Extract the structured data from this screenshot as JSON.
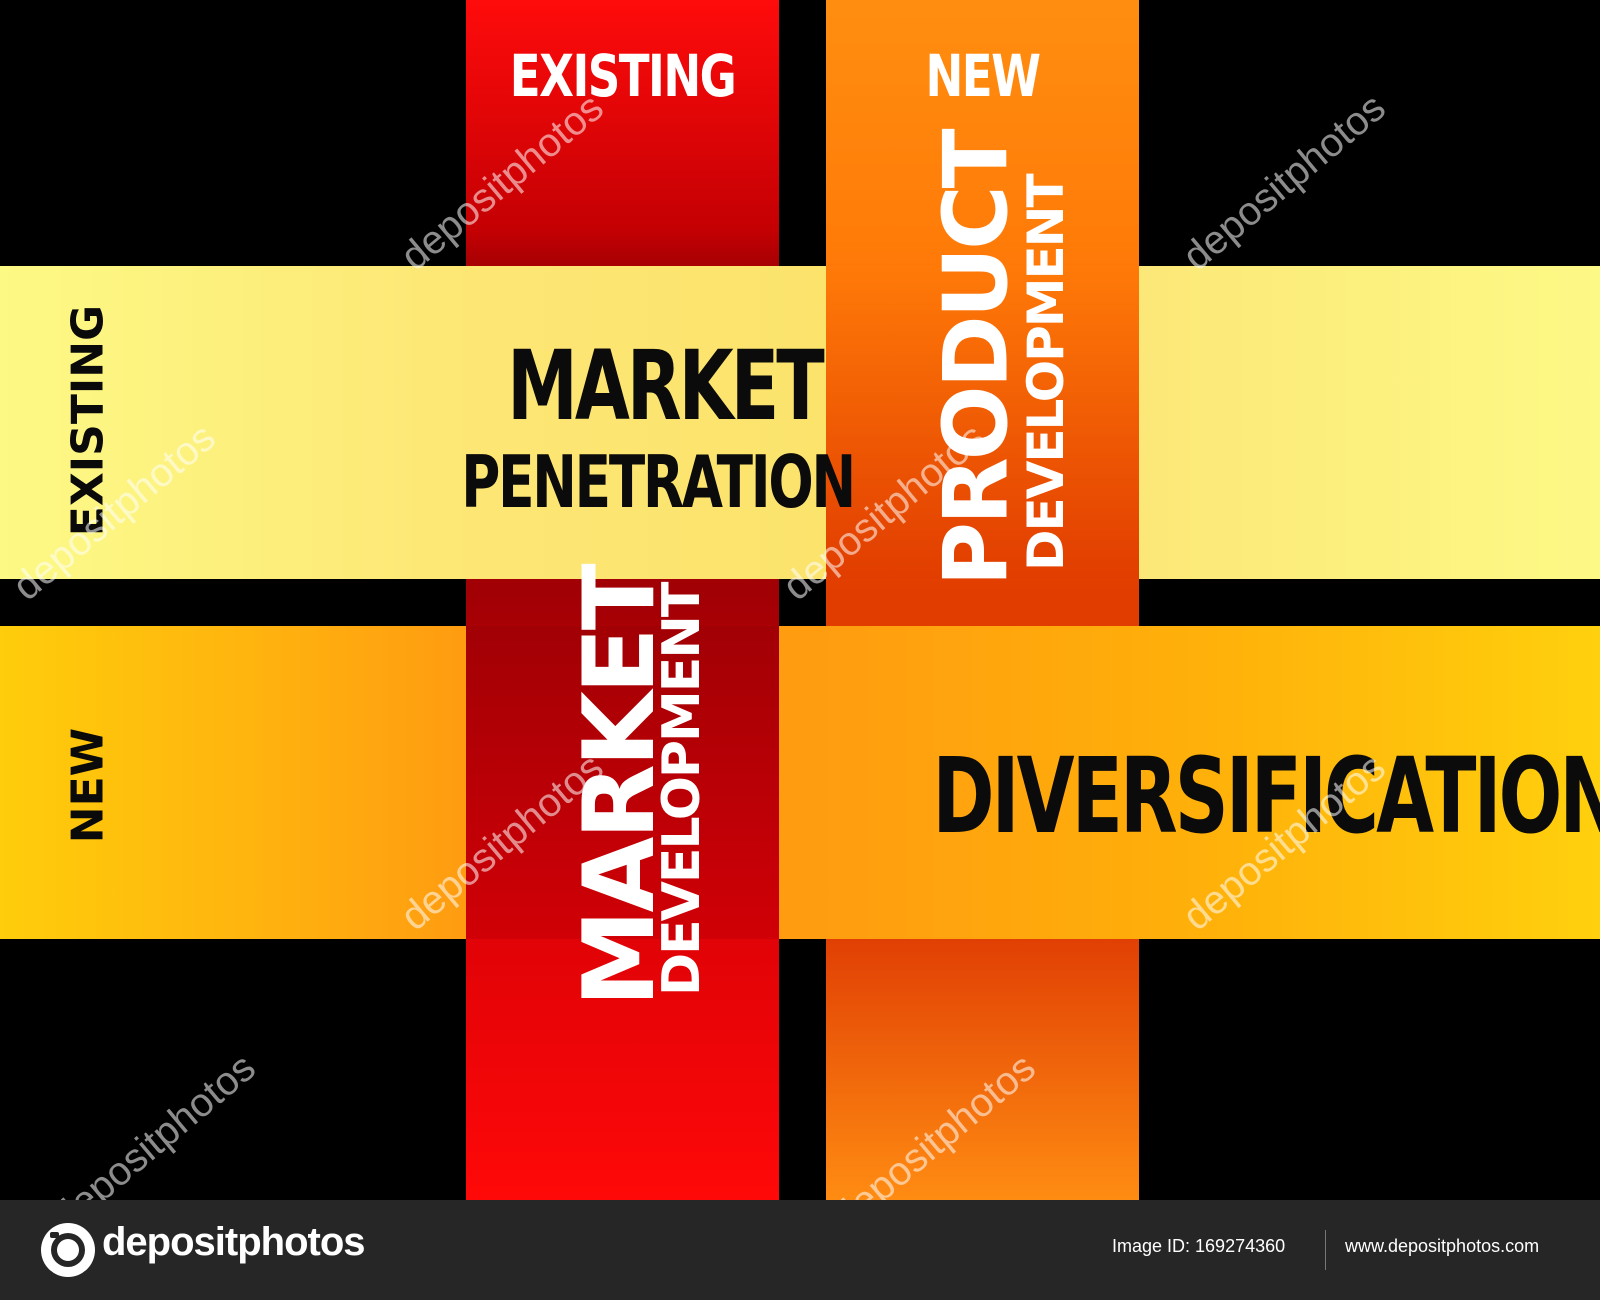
{
  "columns": {
    "existing_label": "EXISTING",
    "new_label": "NEW"
  },
  "rows": {
    "existing_label": "EXISTING",
    "new_label": "NEW"
  },
  "quadrants": {
    "market_penetration": {
      "line1": "MARKET",
      "line2": "PENETRATION"
    },
    "product_development": {
      "line1": "PRODUCT",
      "line2": "DEVELOPMENT"
    },
    "market_development": {
      "line1": "MARKET",
      "line2": "DEVELOPMENT"
    },
    "diversification": {
      "line1": "DIVERSIFICATION"
    }
  },
  "watermark": {
    "text": "depositphotos"
  },
  "footer": {
    "brand": "depositphotos",
    "image_id": "Image ID: 169274360",
    "site": "www.depositphotos.com",
    "logo_icon": "camera-aperture-icon"
  },
  "colors": {
    "background": "#000000",
    "existing_column": "#ff0b0b",
    "new_column": "#ff8e10",
    "existing_row": "#fdf985",
    "new_row": "#ffb00f",
    "footer": "#262626"
  }
}
